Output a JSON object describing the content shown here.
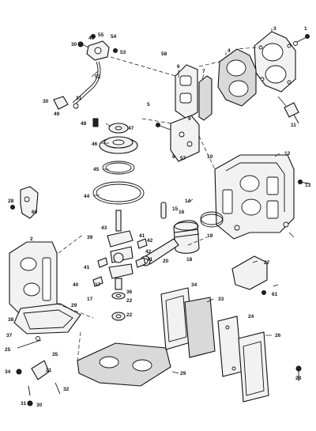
{
  "diagram": {
    "callouts": [
      {
        "id": "c3",
        "text": "3"
      },
      {
        "id": "c1",
        "text": "1"
      },
      {
        "id": "c4",
        "text": "4"
      },
      {
        "id": "c55",
        "text": "55"
      },
      {
        "id": "c54",
        "text": "54"
      },
      {
        "id": "c49a",
        "text": "49"
      },
      {
        "id": "c30a",
        "text": "30"
      },
      {
        "id": "c53",
        "text": "53"
      },
      {
        "id": "c52",
        "text": "52"
      },
      {
        "id": "c58",
        "text": "58"
      },
      {
        "id": "c6",
        "text": "6"
      },
      {
        "id": "c7",
        "text": "7"
      },
      {
        "id": "c30b",
        "text": "30"
      },
      {
        "id": "c31",
        "text": "31"
      },
      {
        "id": "c49b",
        "text": "49"
      },
      {
        "id": "c11",
        "text": "11"
      },
      {
        "id": "c5",
        "text": "5"
      },
      {
        "id": "c9",
        "text": "9"
      },
      {
        "id": "c48",
        "text": "48"
      },
      {
        "id": "c47",
        "text": "47"
      },
      {
        "id": "c46",
        "text": "46"
      },
      {
        "id": "c8",
        "text": "8"
      },
      {
        "id": "c57",
        "text": "57"
      },
      {
        "id": "c10",
        "text": "10"
      },
      {
        "id": "c12",
        "text": "12"
      },
      {
        "id": "c45",
        "text": "45"
      },
      {
        "id": "c13",
        "text": "13"
      },
      {
        "id": "c44",
        "text": "44"
      },
      {
        "id": "c28a",
        "text": "28"
      },
      {
        "id": "c60",
        "text": "60"
      },
      {
        "id": "c14",
        "text": "14"
      },
      {
        "id": "c15",
        "text": "15"
      },
      {
        "id": "c16",
        "text": "16"
      },
      {
        "id": "c19",
        "text": "19"
      },
      {
        "id": "c43",
        "text": "43"
      },
      {
        "id": "c39",
        "text": "39"
      },
      {
        "id": "c42a",
        "text": "42"
      },
      {
        "id": "c41a",
        "text": "41"
      },
      {
        "id": "c18",
        "text": "18"
      },
      {
        "id": "c2",
        "text": "2"
      },
      {
        "id": "c42b",
        "text": "42"
      },
      {
        "id": "c41b",
        "text": "41"
      },
      {
        "id": "c20",
        "text": "20"
      },
      {
        "id": "c27",
        "text": "27"
      },
      {
        "id": "c41c",
        "text": "41"
      },
      {
        "id": "c17a",
        "text": "17"
      },
      {
        "id": "c40",
        "text": "40"
      },
      {
        "id": "c17b",
        "text": "17"
      },
      {
        "id": "c36",
        "text": "36"
      },
      {
        "id": "c34",
        "text": "34"
      },
      {
        "id": "c22a",
        "text": "22"
      },
      {
        "id": "c61",
        "text": "61"
      },
      {
        "id": "c33",
        "text": "33"
      },
      {
        "id": "c29a",
        "text": "29"
      },
      {
        "id": "c22b",
        "text": "22"
      },
      {
        "id": "c24",
        "text": "24"
      },
      {
        "id": "c38",
        "text": "38"
      },
      {
        "id": "c37",
        "text": "37"
      },
      {
        "id": "c26",
        "text": "26"
      },
      {
        "id": "c35",
        "text": "35"
      },
      {
        "id": "c21",
        "text": "21"
      },
      {
        "id": "c25",
        "text": "25"
      },
      {
        "id": "c29b",
        "text": "29"
      },
      {
        "id": "c28b",
        "text": "28"
      },
      {
        "id": "c34b",
        "text": "34"
      },
      {
        "id": "c32",
        "text": "32"
      },
      {
        "id": "c30c",
        "text": "30"
      },
      {
        "id": "c31b",
        "text": "31"
      }
    ]
  }
}
